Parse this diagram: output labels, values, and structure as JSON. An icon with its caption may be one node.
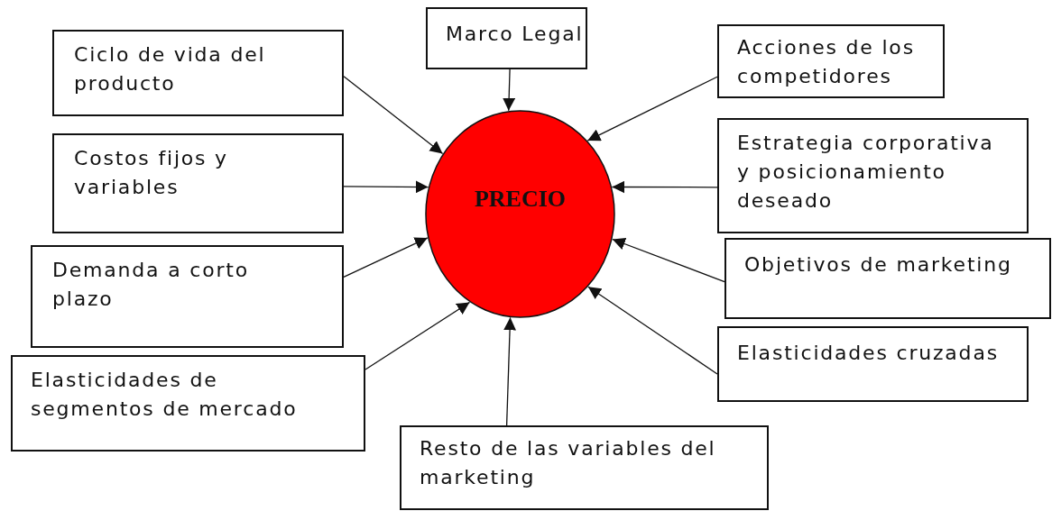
{
  "diagram": {
    "nodes": [
      {
        "text": [
          "Marco Legal"
        ]
      },
      {
        "text": [
          "Ciclo de vida del producto"
        ]
      },
      {
        "text": [
          "Acciones de los competidores"
        ]
      },
      {
        "text": [
          "Costos fijos y variables"
        ]
      },
      {
        "text": [
          "Estrategia corporativa y posicionamiento deseado"
        ]
      },
      {
        "text": [
          "PRECIO"
        ]
      },
      {
        "text": [
          "Demanda a corto plazo"
        ]
      },
      {
        "text": [
          "Objetivos de marketing"
        ]
      },
      {
        "text": [
          "Elasticidades cruzadas"
        ]
      },
      {
        "text": [
          "Elasticidades de segmentos de mercado"
        ]
      },
      {
        "text": [
          "Resto de las variables del marketing"
        ]
      }
    ],
    "edges": [
      {
        "from": 0,
        "to": 5,
        "arrow": "to"
      },
      {
        "from": 1,
        "to": 5,
        "arrow": "to"
      },
      {
        "from": 2,
        "to": 5,
        "arrow": "to"
      },
      {
        "from": 3,
        "to": 5,
        "arrow": "to"
      },
      {
        "from": 4,
        "to": 5,
        "arrow": "to"
      },
      {
        "from": 6,
        "to": 5,
        "arrow": "to"
      },
      {
        "from": 7,
        "to": 5,
        "arrow": "to"
      },
      {
        "from": 8,
        "to": 5,
        "arrow": "to"
      },
      {
        "from": 9,
        "to": 5,
        "arrow": "to"
      },
      {
        "from": 10,
        "to": 5,
        "arrow": "to"
      }
    ]
  }
}
